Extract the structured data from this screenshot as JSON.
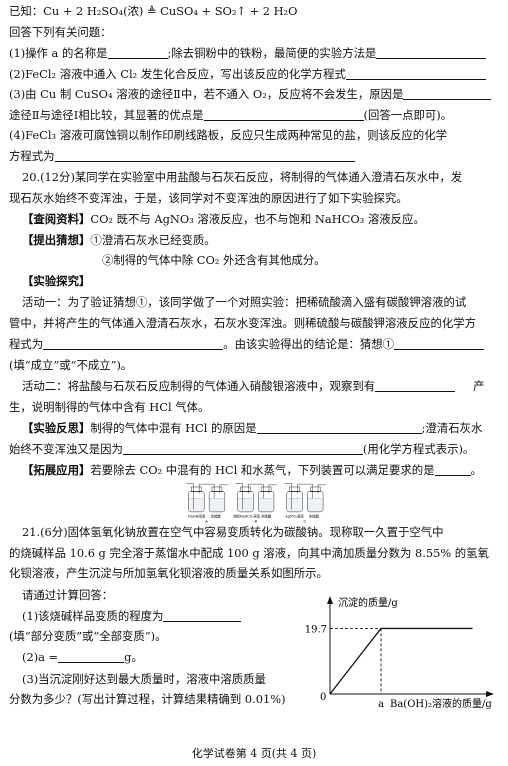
{
  "lines": {
    "l1": "已知：Cu + 2 H₂SO₄(浓) ≜ CuSO₄ + SO₂↑ + 2 H₂O",
    "l2": "回答下列有关问题：",
    "l3a": "(1)操作 a 的名称是",
    "l3b": ";除去铜粉中的铁粉，最简便的实验方法是",
    "l4": "(2)FeCl₂ 溶液中通入 Cl₂ 发生化合反应，写出该反应的化学方程式",
    "l5a": "(3)由 Cu 制 CuSO₄ 溶液的途径Ⅱ中，若不通入 O₂，反应将不会发生，原因是",
    "l6a": "途径Ⅱ与途径Ⅰ相比较，其显著的优点是",
    "l6b": "(回答一点即可)。",
    "l7": "(4)FeCl₃ 溶液可腐蚀铜以制作印刷线路板，反应只生成两种常见的盐，则该反应的化学",
    "l8": "方程式为",
    "l9": "20.(12分)某同学在实验室中用盐酸与石灰石反应，将制得的气体通入澄清石灰水中，发",
    "l10": "现石灰水始终不变浑浊，于是，该同学对不变浑浊的原因进行了如下实验探究。",
    "l11_tag": "【查阅资料】",
    "l11": "CO₂ 既不与 AgNO₃ 溶液反应，也不与饱和 NaHCO₃ 溶液反应。",
    "l12_tag": "【提出猜想】",
    "l12": "①澄清石灰水已经变质。",
    "l13": "②制得的气体中除 CO₂ 外还含有其他成分。",
    "l14_tag": "【实验探究】",
    "l15": "活动一：为了验证猜想①，该同学做了一个对照实验：把稀硫酸滴入盛有碳酸钾溶液的试",
    "l16": "管中，并将产生的气体通入澄清石灰水，石灰水变浑浊。则稀硫酸与碳酸钾溶液反应的化学方",
    "l17a": "程式为",
    "l17b": "。由该实验得出的结论是：猜想①",
    "l18": "(填“成立”或“不成立”)。",
    "l19a": "活动二：将盐酸与石灰石反应制得的气体通入硝酸银溶液中，观察到有",
    "l19b": "产",
    "l20": "生，说明制得的气体中含有 HCl 气体。",
    "l21_tag": "【实验反思】",
    "l21a": "制得的气体中混有 HCl 的原因是",
    "l21b": ";澄清石灰水",
    "l22a": "始终不变浑浊又是因为",
    "l22b": "(用化学方程式表示)。",
    "l23_tag": "【拓展应用】",
    "l23": "若要除去 CO₂ 中混有的 HCl 和水蒸气，下列装置可以满足要求的是",
    "l23b": "。",
    "q21a": "21.(6分)固体氢氧化钠放置在空气中容易变质转化为碳酸钠。现称取一久置于空气中",
    "q21b": "的烧碱样品 10.6 g 完全溶于蒸馏水中配成 100 g 溶液，向其中滴加质量分数为 8.55% 的氢氧",
    "q21c": "化钡溶液，产生沉淀与所加氢氧化钡溶液的质量关系如图所示。",
    "q21d": "请通过计算回答：",
    "q21e": "(1)该烧碱样品变质的程度为",
    "q21f": "(填“部分变质”或“全部变质”)。",
    "q21g1": "(2)a =",
    "q21g2": "g。",
    "q21h": "(3)当沉淀刚好达到最大质量时，溶液中溶质质量",
    "q21i": "分数为多少？(写出计算过程，计算结果精确到 0.01%)"
  },
  "apparatus": {
    "A": {
      "left": "NaOH溶液",
      "right": "浓硫酸",
      "label": "A"
    },
    "B": {
      "left": "饱和NaHCO₃溶液",
      "right": "浓硫酸",
      "label": "B"
    },
    "C": {
      "left": "AgNO₃溶液",
      "right": "浓硫酸",
      "label": "C"
    }
  },
  "chart_data": {
    "type": "line",
    "title": "",
    "ylabel": "沉淀的质量/g",
    "xlabel": "Ba(OH)₂溶液的质量/g",
    "origin_label": "0",
    "y_tick_label": "19.7",
    "x_tick_label": "a",
    "x": [
      "0",
      "a",
      "end"
    ],
    "values": [
      0,
      19.7,
      19.7
    ],
    "ylim": [
      0,
      19.7
    ]
  },
  "footer": "化学试卷第 4 页(共 4 页)"
}
